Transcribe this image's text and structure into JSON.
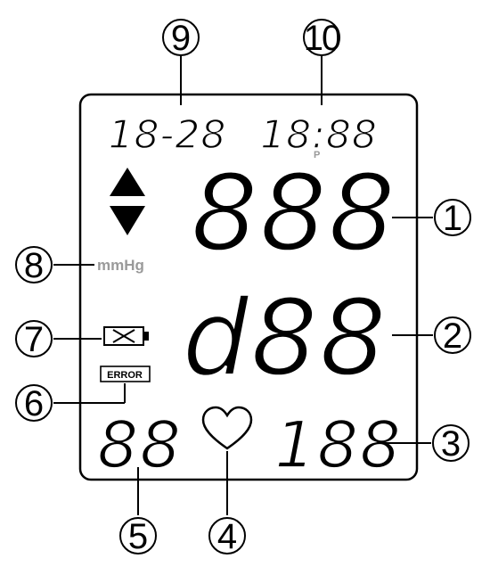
{
  "display": {
    "date_digits": "18-28",
    "time_digits": "18:88",
    "time_suffix": "P",
    "systolic_digits": "888",
    "diastolic_digits": "d88",
    "memory_digits": "88",
    "pulse_digits": "188",
    "unit_label": "mmHg",
    "error_label": "ERROR",
    "icons": [
      "arrow-up-icon",
      "arrow-down-icon",
      "battery-low-icon",
      "heart-icon"
    ]
  },
  "callouts": [
    "1",
    "2",
    "3",
    "4",
    "5",
    "6",
    "7",
    "8",
    "9",
    "10"
  ],
  "colors": {
    "segment": "#000000",
    "unit_label": "#9a9a9a",
    "frame": "#000000"
  }
}
